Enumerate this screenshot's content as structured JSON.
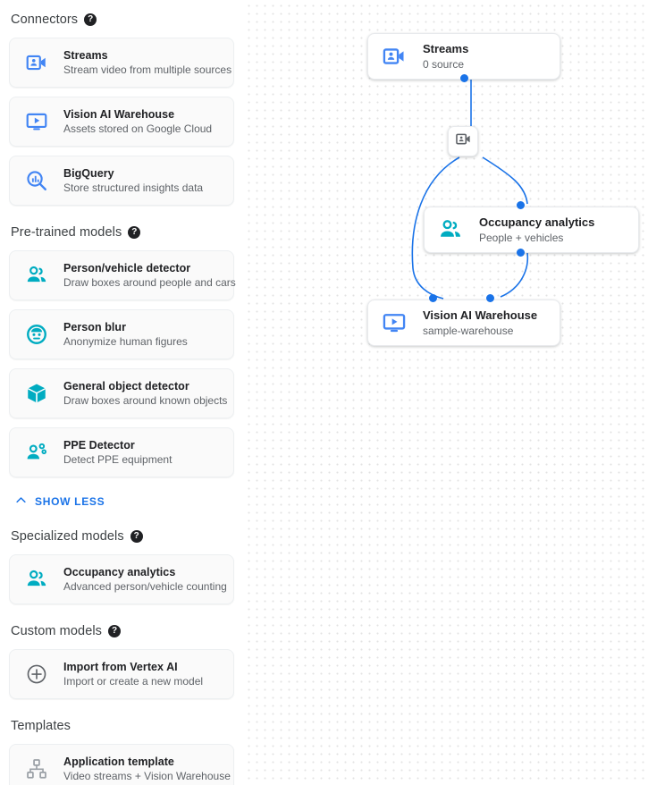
{
  "colors": {
    "blue": "#1a73e8",
    "teal": "#00acc1",
    "gray_icon": "#5f6368",
    "text_primary": "#202124",
    "text_secondary": "#5f6368",
    "canvas_dot": "#e3e3e3"
  },
  "sidebar": {
    "sections": [
      {
        "id": "connectors",
        "title": "Connectors",
        "help": "?",
        "has_help": true,
        "items": [
          {
            "icon": "video-camera-icon",
            "icon_color": "blue",
            "title": "Streams",
            "subtitle": "Stream video from multiple sources"
          },
          {
            "icon": "monitor-play-icon",
            "icon_color": "blue",
            "title": "Vision AI Warehouse",
            "subtitle": "Assets stored on Google Cloud"
          },
          {
            "icon": "bigquery-search-icon",
            "icon_color": "blue",
            "title": "BigQuery",
            "subtitle": "Store structured insights data"
          }
        ]
      },
      {
        "id": "pretrained-models",
        "title": "Pre-trained models",
        "help": "?",
        "has_help": true,
        "items": [
          {
            "icon": "people-group-icon",
            "icon_color": "teal",
            "title": "Person/vehicle detector",
            "subtitle": "Draw boxes around people and cars"
          },
          {
            "icon": "face-blur-icon",
            "icon_color": "teal",
            "title": "Person blur",
            "subtitle": "Anonymize human figures"
          },
          {
            "icon": "cube-box-icon",
            "icon_color": "teal",
            "title": "General object detector",
            "subtitle": "Draw boxes around known objects"
          },
          {
            "icon": "ppe-person-icon",
            "icon_color": "teal",
            "title": "PPE Detector",
            "subtitle": "Detect PPE equipment"
          }
        ],
        "footer_link": {
          "icon": "chevron-up-icon",
          "label": "SHOW LESS"
        }
      },
      {
        "id": "specialized-models",
        "title": "Specialized models",
        "help": "?",
        "has_help": true,
        "items": [
          {
            "icon": "people-group-icon",
            "icon_color": "teal",
            "title": "Occupancy analytics",
            "subtitle": "Advanced person/vehicle counting"
          }
        ]
      },
      {
        "id": "custom-models",
        "title": "Custom models",
        "help": "?",
        "has_help": true,
        "items": [
          {
            "icon": "plus-circle-icon",
            "icon_color": "gray",
            "title": "Import from Vertex AI",
            "subtitle": "Import or create a new model"
          }
        ]
      },
      {
        "id": "templates",
        "title": "Templates",
        "help": "",
        "has_help": false,
        "items": [
          {
            "icon": "hierarchy-icon",
            "icon_color": "gray",
            "title": "Application template",
            "subtitle": "Video streams + Vision Warehouse"
          }
        ]
      }
    ]
  },
  "canvas": {
    "nodes": [
      {
        "id": "streams",
        "icon": "video-camera-icon",
        "icon_color": "blue",
        "title": "Streams",
        "subtitle": "0 source"
      },
      {
        "id": "occupancy",
        "icon": "people-group-icon",
        "icon_color": "teal",
        "title": "Occupancy analytics",
        "subtitle": "People + vehicles"
      },
      {
        "id": "warehouse",
        "icon": "monitor-play-icon",
        "icon_color": "blue",
        "title": "Vision AI Warehouse",
        "subtitle": "sample-warehouse"
      }
    ],
    "mini_node": {
      "id": "stream-relay",
      "icon": "video-camera-icon",
      "icon_color": "gray"
    }
  }
}
